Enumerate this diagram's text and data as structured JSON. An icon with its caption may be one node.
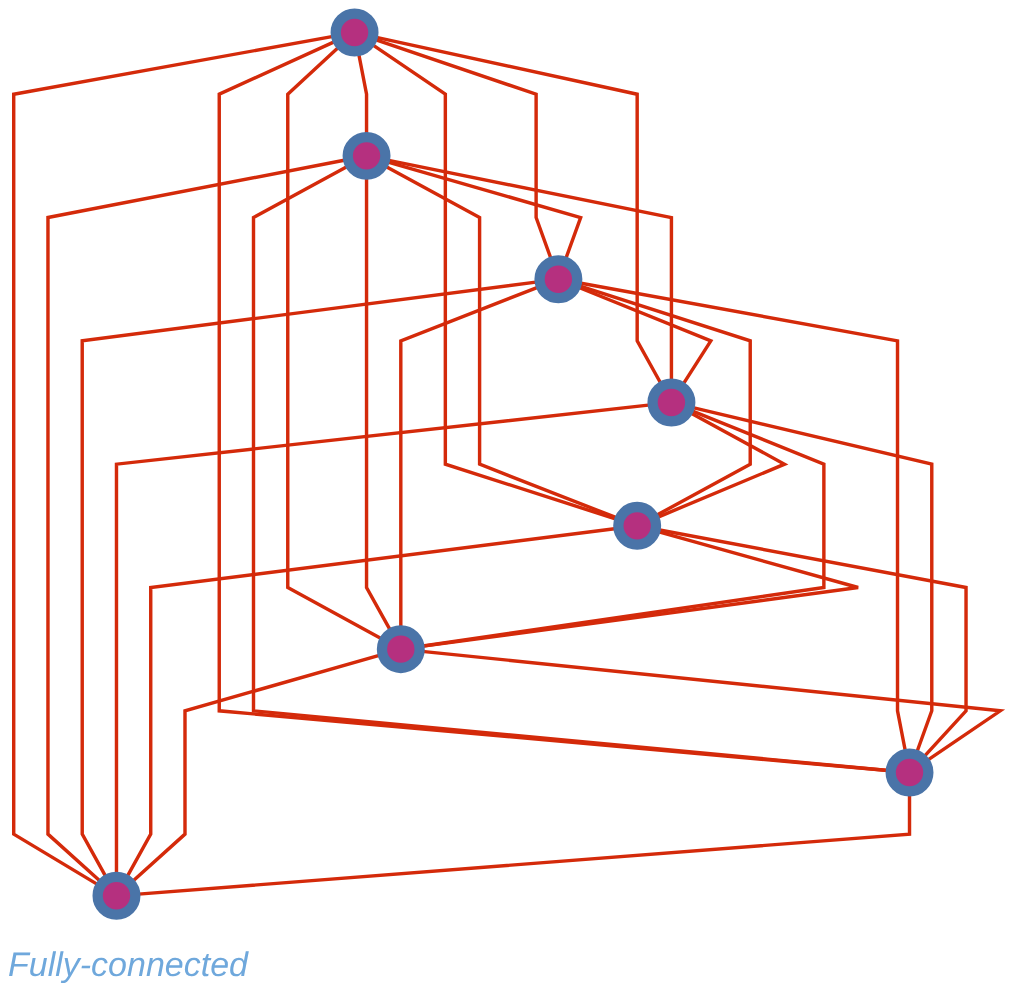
{
  "diagram": {
    "caption": "Fully-connected",
    "nodes": [
      {
        "text": [],
        "shape": "circle"
      },
      {
        "text": [],
        "shape": "circle"
      },
      {
        "text": [],
        "shape": "circle"
      },
      {
        "text": [],
        "shape": "circle"
      },
      {
        "text": [],
        "shape": "circle"
      },
      {
        "text": [],
        "shape": "circle"
      },
      {
        "text": [],
        "shape": "circle"
      },
      {
        "text": [],
        "shape": "circle"
      }
    ],
    "edges": [
      {
        "from": 0,
        "to": 1,
        "arrow": "none"
      },
      {
        "from": 0,
        "to": 2,
        "arrow": "none"
      },
      {
        "from": 0,
        "to": 3,
        "arrow": "none"
      },
      {
        "from": 0,
        "to": 4,
        "arrow": "none"
      },
      {
        "from": 0,
        "to": 5,
        "arrow": "none"
      },
      {
        "from": 0,
        "to": 6,
        "arrow": "none"
      },
      {
        "from": 0,
        "to": 7,
        "arrow": "none"
      },
      {
        "from": 1,
        "to": 2,
        "arrow": "none"
      },
      {
        "from": 1,
        "to": 3,
        "arrow": "none"
      },
      {
        "from": 1,
        "to": 4,
        "arrow": "none"
      },
      {
        "from": 1,
        "to": 5,
        "arrow": "none"
      },
      {
        "from": 1,
        "to": 6,
        "arrow": "none"
      },
      {
        "from": 1,
        "to": 7,
        "arrow": "none"
      },
      {
        "from": 2,
        "to": 3,
        "arrow": "none"
      },
      {
        "from": 2,
        "to": 4,
        "arrow": "none"
      },
      {
        "from": 2,
        "to": 5,
        "arrow": "none"
      },
      {
        "from": 2,
        "to": 6,
        "arrow": "none"
      },
      {
        "from": 2,
        "to": 7,
        "arrow": "none"
      },
      {
        "from": 3,
        "to": 4,
        "arrow": "none"
      },
      {
        "from": 3,
        "to": 5,
        "arrow": "none"
      },
      {
        "from": 3,
        "to": 6,
        "arrow": "none"
      },
      {
        "from": 3,
        "to": 7,
        "arrow": "none"
      },
      {
        "from": 4,
        "to": 5,
        "arrow": "none"
      },
      {
        "from": 4,
        "to": 6,
        "arrow": "none"
      },
      {
        "from": 4,
        "to": 7,
        "arrow": "none"
      },
      {
        "from": 5,
        "to": 6,
        "arrow": "none"
      },
      {
        "from": 5,
        "to": 7,
        "arrow": "none"
      },
      {
        "from": 6,
        "to": 7,
        "arrow": "none"
      }
    ]
  }
}
